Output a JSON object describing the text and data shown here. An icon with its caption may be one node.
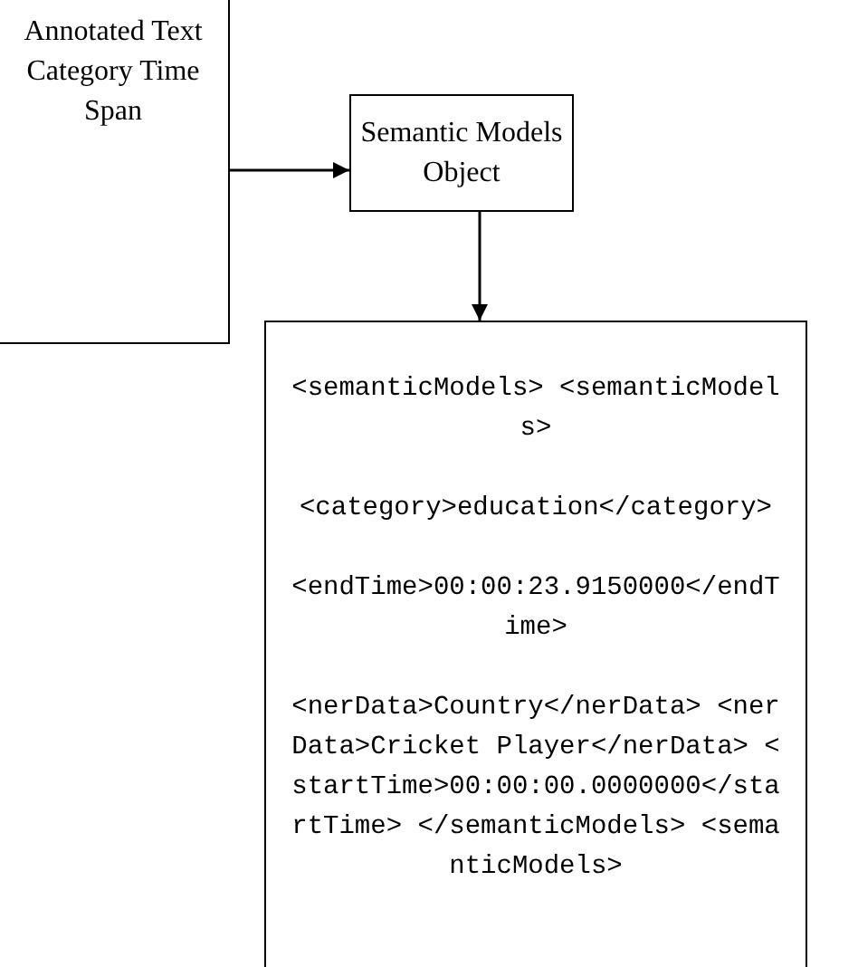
{
  "diagram": {
    "nodes": [
      {
        "text": [
          "Annotated Text Category Time Span"
        ]
      },
      {
        "text": [
          "Semantic Models Object"
        ]
      },
      {
        "text": [
          "<semanticModels> <semanticModels>",
          "<category>education</category>",
          "<endTime>00:00:23.9150000</endTime>",
          "<nerData>Country</nerData> <nerData>Cricket Player</nerData> <startTime>00:00:00.0000000</startTime> </semanticModels> <semanticModels>"
        ]
      }
    ],
    "edges": [
      {
        "from": 0,
        "to": 1,
        "arrow": "to"
      },
      {
        "from": 1,
        "to": 2,
        "arrow": "to"
      }
    ]
  }
}
